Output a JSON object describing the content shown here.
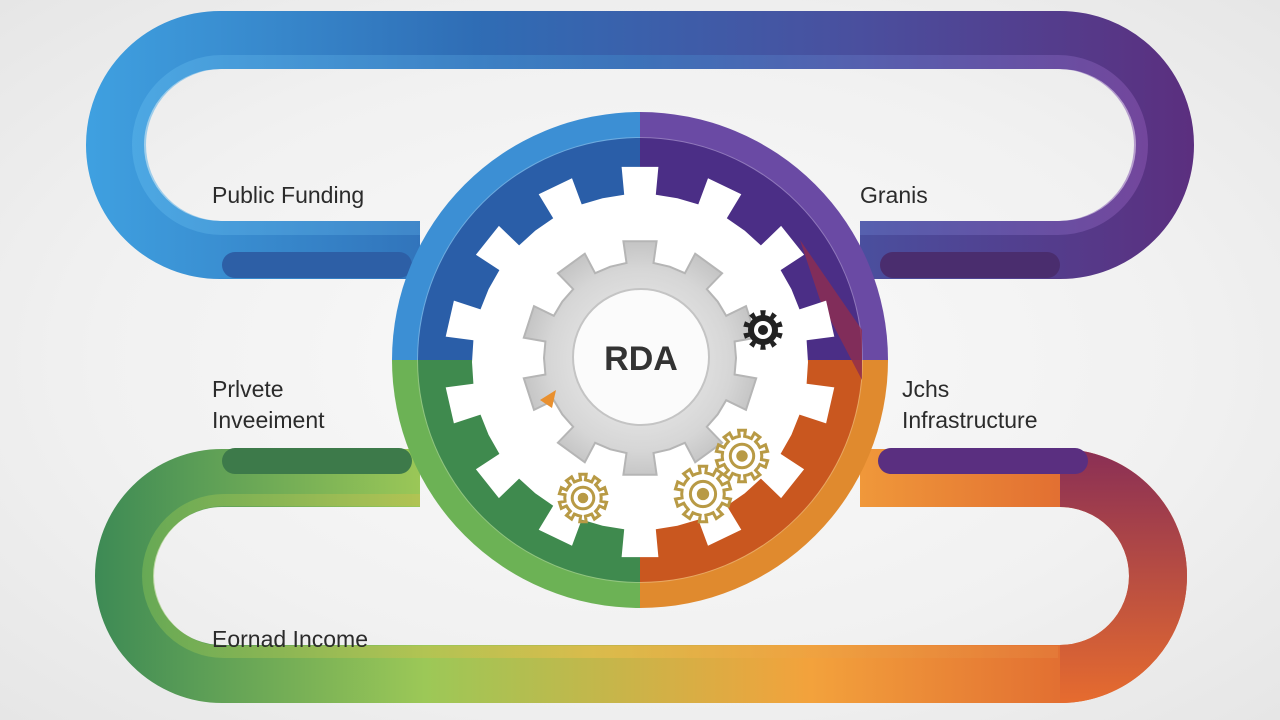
{
  "center": {
    "label": "RDA"
  },
  "labels": {
    "public_funding": "Public Funding",
    "grants": "Granis",
    "private_investment_line1": "Prlvete",
    "private_investment_line2": "Inveeiment",
    "jobs_line1": "Jchs",
    "jobs_line2": "Infrastructure",
    "earned_income": "Eornad Income"
  },
  "colors": {
    "blue": "#3d8fd6",
    "navy": "#264c8e",
    "purple": "#6b3d96",
    "green": "#3f8f5a",
    "lime": "#9cc857",
    "orange": "#f0a23b",
    "dark_orange": "#d4622b",
    "maroon": "#8f2d4f",
    "gear_gray": "#d9d9d9",
    "gold": "#b89a45",
    "dark_gear": "#222222"
  },
  "icons": [
    "large-gear-icon",
    "center-gear-icon",
    "small-dark-gear-icon",
    "gold-gear-icon"
  ]
}
